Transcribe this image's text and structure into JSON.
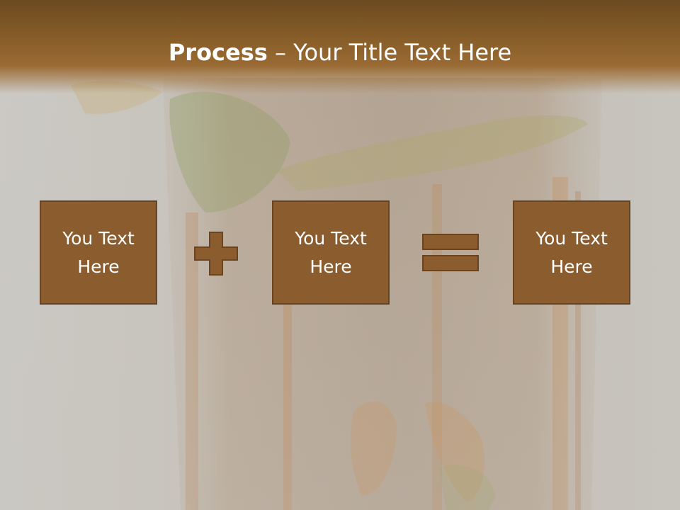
{
  "slide": {
    "title_bold": "Process",
    "title_rest": " – Your Title Text Here",
    "boxes": [
      {
        "text": "You Text Here"
      },
      {
        "text": "You Text Here"
      },
      {
        "text": "You Text Here"
      }
    ],
    "operators": [
      "plus-icon",
      "equals-icon"
    ]
  },
  "colors": {
    "header": "#8a5f2a",
    "box_fill": "#8a5c2e",
    "box_border": "#6a4420",
    "text": "#ffffff"
  }
}
